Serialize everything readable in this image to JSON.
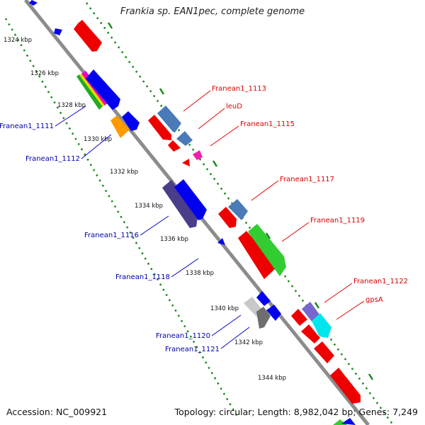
{
  "title": "Frankia sp. EAN1pec, complete genome",
  "accession": "Accession: NC_009921",
  "topology": "Topology: circular; Length: 8,982,042 bp; Genes: 7,249",
  "colors": {
    "backbone": "#8c8c8c",
    "tick": "#1a8a1a",
    "label_left": "#0000aa",
    "label_right": "#dd0000",
    "kbp_text": "#111111"
  },
  "kbp_labels": [
    "1324 kbp",
    "1326 kbp",
    "1328 kbp",
    "1330 kbp",
    "1332 kbp",
    "1334 kbp",
    "1336 kbp",
    "1338 kbp",
    "1340 kbp",
    "1342 kbp",
    "1344 kbp"
  ],
  "gene_labels_left": [
    "Franean1_1111",
    "Franean1_1112",
    "Franean1_1116",
    "Franean1_1118",
    "Franean1_1120",
    "Franean1_1121"
  ],
  "gene_labels_right": [
    "Franean1_1113",
    "leuD",
    "Franean1_1115",
    "Franean1_1117",
    "Franean1_1119",
    "Franean1_1122",
    "gpsA"
  ]
}
